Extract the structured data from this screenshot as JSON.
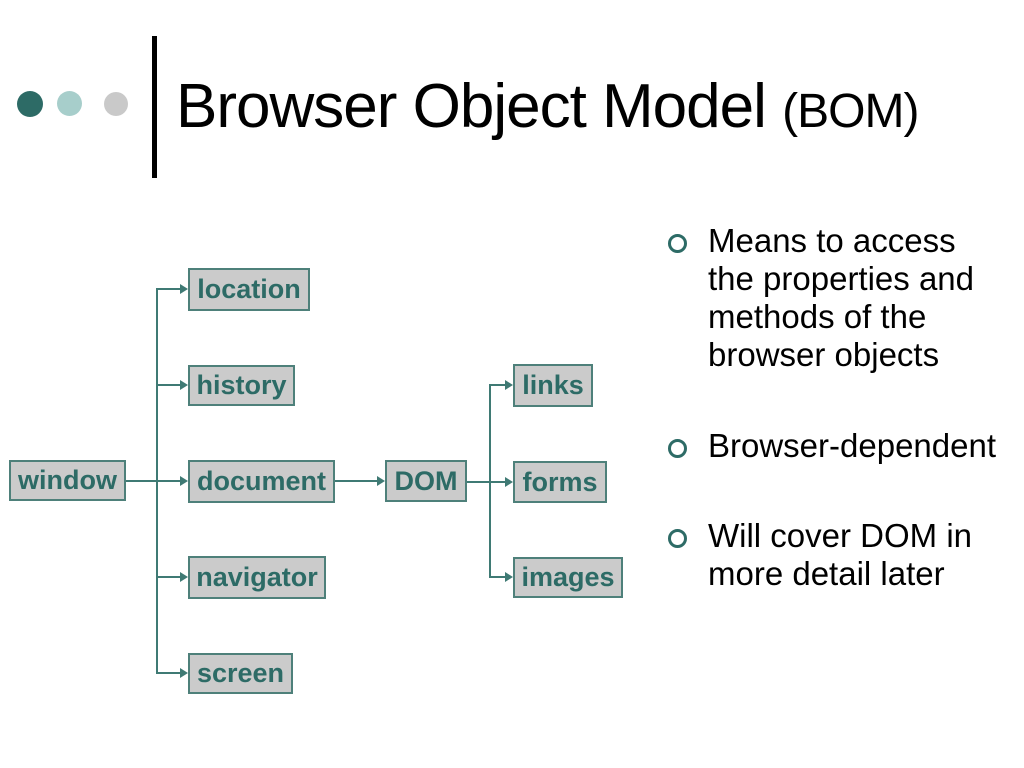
{
  "slide": {
    "title_main": "Browser Object Model ",
    "title_paren": "(BOM)"
  },
  "theme": {
    "accent": "#2d6b66",
    "line": "#3f7a74",
    "boxfill": "#cbcbcb",
    "boxborder": "#4e807a",
    "circlelight": "#a7cecb",
    "circlegray": "#c9c9c9"
  },
  "diagram": {
    "nodes": {
      "window": "window",
      "location": "location",
      "history": "history",
      "document": "document",
      "navigator": "navigator",
      "screen": "screen",
      "dom": "DOM",
      "links": "links",
      "forms": "forms",
      "images": "images"
    },
    "edges": [
      {
        "from": "window",
        "to": [
          "location",
          "history",
          "document",
          "navigator",
          "screen"
        ]
      },
      {
        "from": "document",
        "to": [
          "DOM"
        ]
      },
      {
        "from": "DOM",
        "to": [
          "links",
          "forms",
          "images"
        ]
      }
    ]
  },
  "bullets": [
    {
      "lines": [
        "Means to access",
        "the properties and",
        "methods of the",
        "browser objects"
      ]
    },
    {
      "lines": [
        "Browser-dependent"
      ]
    },
    {
      "lines": [
        "Will cover DOM in",
        "more detail later"
      ]
    }
  ]
}
